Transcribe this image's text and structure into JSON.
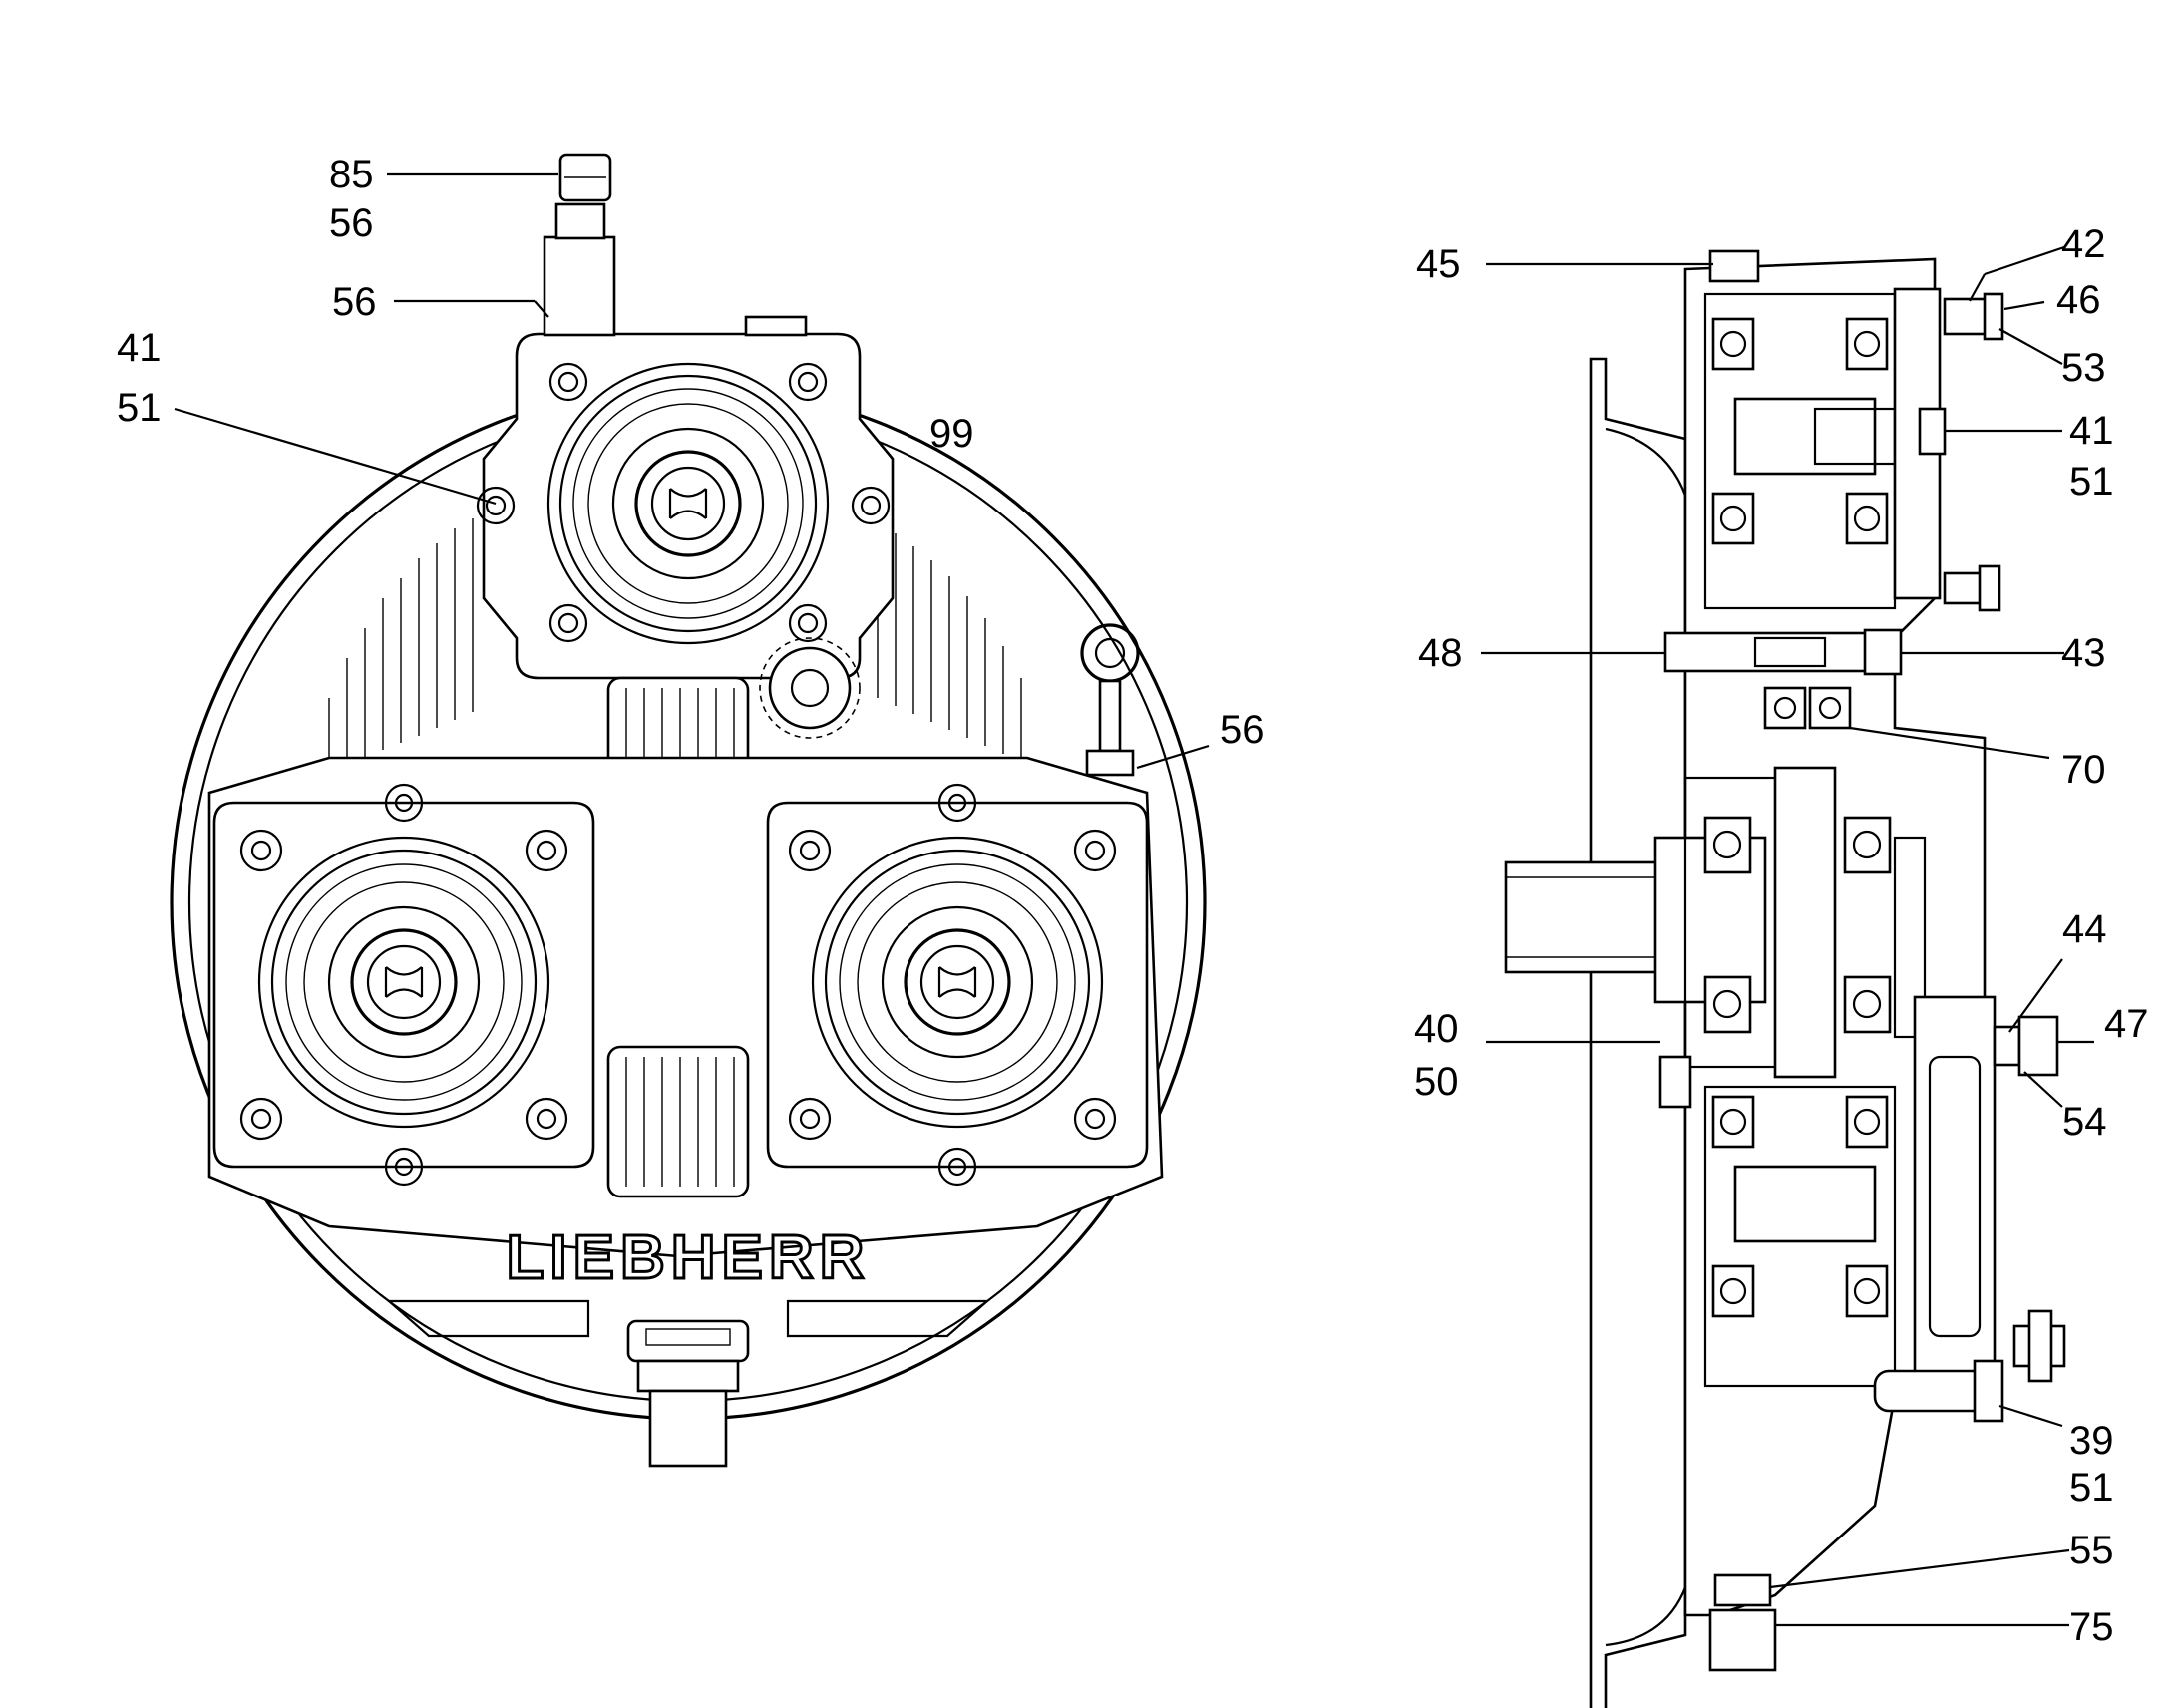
{
  "brand": "LIEBHERR",
  "front_view": {
    "labels": [
      "85",
      "56",
      "56",
      "41",
      "51",
      "99",
      "56"
    ]
  },
  "side_view": {
    "labels": [
      "45",
      "42",
      "46",
      "53",
      "41",
      "51",
      "48",
      "43",
      "70",
      "44",
      "40",
      "47",
      "50",
      "54",
      "39",
      "51",
      "55",
      "75"
    ]
  }
}
